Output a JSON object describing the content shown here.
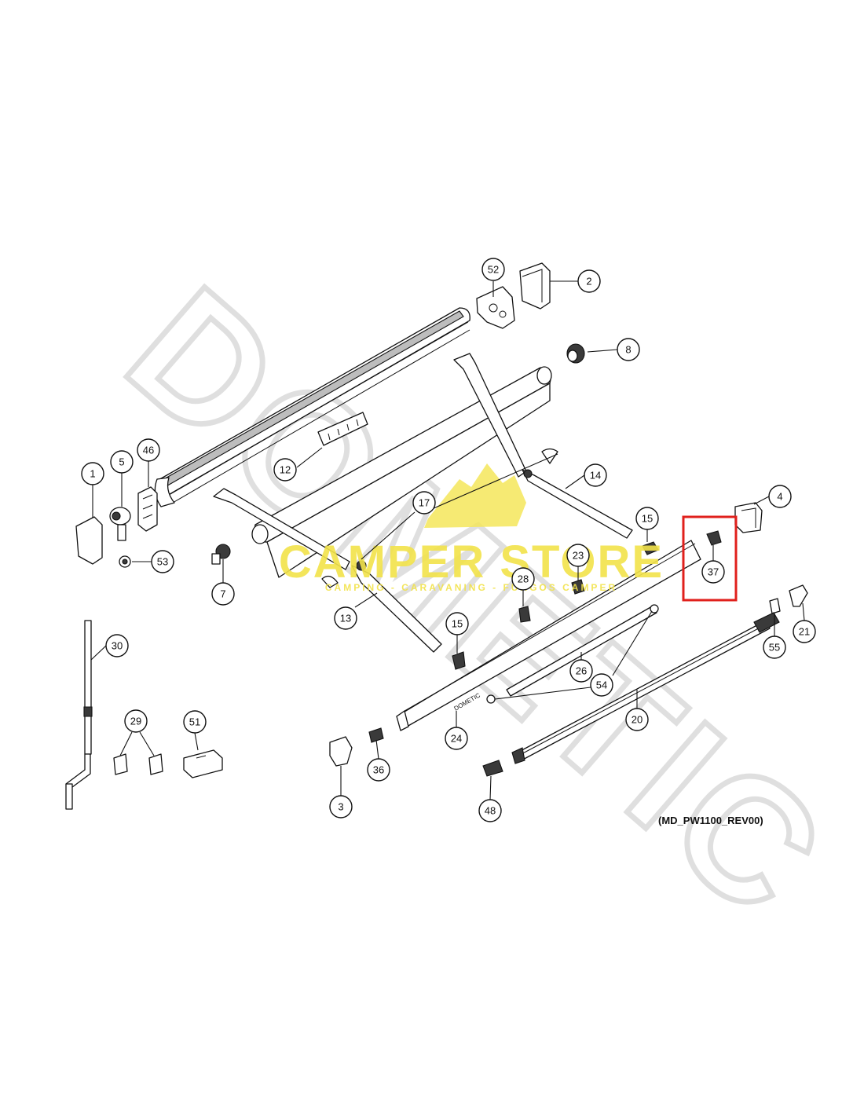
{
  "diagram": {
    "reference_code": "(MD_PW1100_REV00)",
    "callouts": [
      {
        "label": "52"
      },
      {
        "label": "2"
      },
      {
        "label": "8"
      },
      {
        "label": "12"
      },
      {
        "label": "14"
      },
      {
        "label": "4"
      },
      {
        "label": "1"
      },
      {
        "label": "5"
      },
      {
        "label": "46"
      },
      {
        "label": "17"
      },
      {
        "label": "15"
      },
      {
        "label": "37"
      },
      {
        "label": "53"
      },
      {
        "label": "7"
      },
      {
        "label": "23"
      },
      {
        "label": "28"
      },
      {
        "label": "13"
      },
      {
        "label": "15"
      },
      {
        "label": "55"
      },
      {
        "label": "21"
      },
      {
        "label": "30"
      },
      {
        "label": "26"
      },
      {
        "label": "54"
      },
      {
        "label": "20"
      },
      {
        "label": "29"
      },
      {
        "label": "51"
      },
      {
        "label": "24"
      },
      {
        "label": "36"
      },
      {
        "label": "3"
      },
      {
        "label": "48"
      }
    ],
    "highlight": {
      "target_label": "37",
      "color": "#e0201c"
    },
    "watermark": {
      "brand": "DOMETIC",
      "store_name": "CAMPER STORE",
      "tagline": "CAMPING - CARAVANING - FURGOS CAMPER",
      "brand_color": "#d9d9d9",
      "store_color": "#f2e34a"
    }
  }
}
